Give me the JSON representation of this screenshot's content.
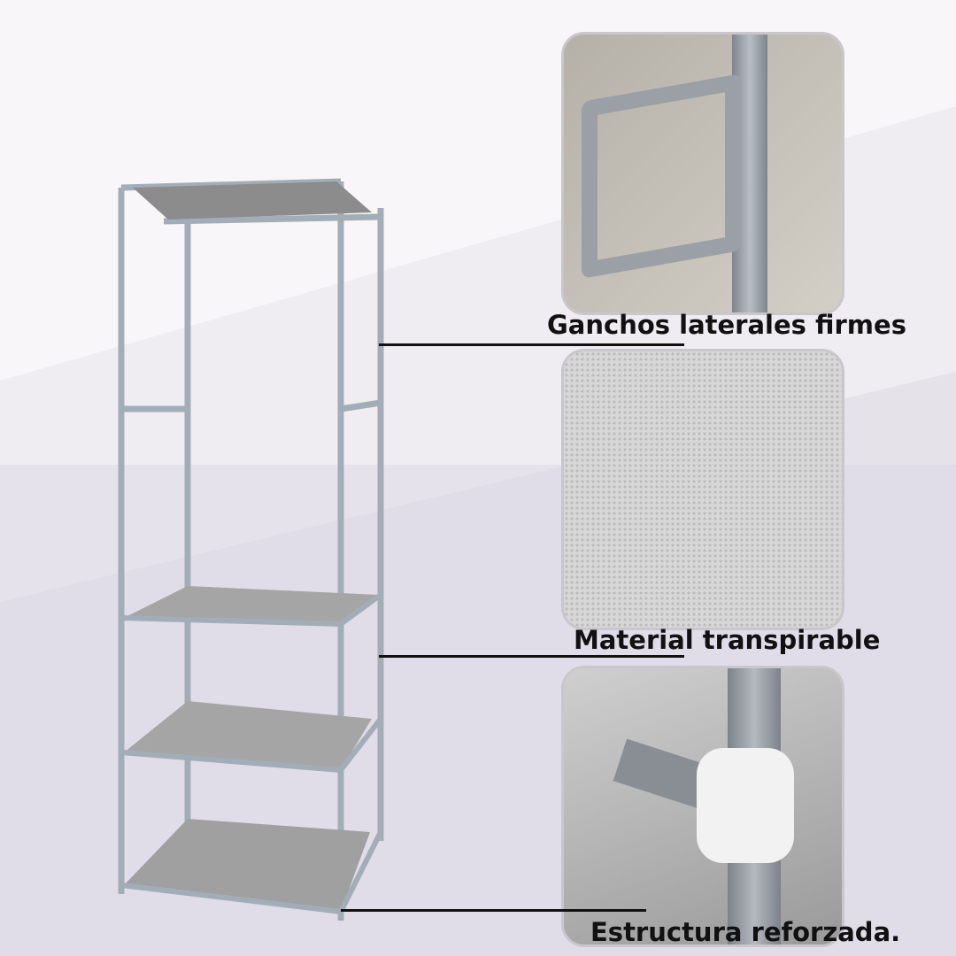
{
  "features": [
    {
      "label": "Ganchos laterales firmes"
    },
    {
      "label": "Material transpirable"
    },
    {
      "label": "Estructura reforzada."
    }
  ],
  "colors": {
    "background": "#f8f6f8",
    "band": "#e4e1ea",
    "frame": "#9aa4b0",
    "fabric": "#8f8f8f",
    "text": "#111111"
  }
}
